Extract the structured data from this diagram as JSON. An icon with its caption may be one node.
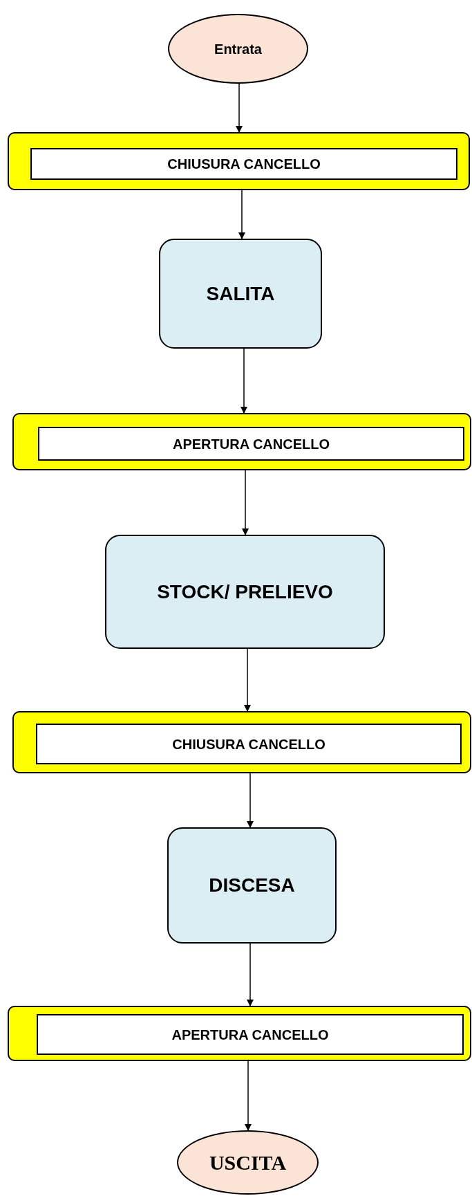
{
  "diagram": {
    "nodes": [
      {
        "text": [
          "Entrata"
        ]
      },
      {
        "text": [
          "CHIUSURA CANCELLO"
        ]
      },
      {
        "text": [
          "SALITA"
        ]
      },
      {
        "text": [
          "APERTURA CANCELLO"
        ]
      },
      {
        "text": [
          "STOCK/ PRELIEVO"
        ]
      },
      {
        "text": [
          "CHIUSURA CANCELLO"
        ]
      },
      {
        "text": [
          "DISCESA"
        ]
      },
      {
        "text": [
          "APERTURA CANCELLO"
        ]
      },
      {
        "text": [
          "USCITA"
        ]
      }
    ],
    "edges": [
      {
        "from": 0,
        "to": 1,
        "arrow": "to"
      },
      {
        "from": 1,
        "to": 2,
        "arrow": "to"
      },
      {
        "from": 2,
        "to": 3,
        "arrow": "to"
      },
      {
        "from": 3,
        "to": 4,
        "arrow": "to"
      },
      {
        "from": 4,
        "to": 5,
        "arrow": "to"
      },
      {
        "from": 5,
        "to": 6,
        "arrow": "to"
      },
      {
        "from": 6,
        "to": 7,
        "arrow": "to"
      },
      {
        "from": 7,
        "to": 8,
        "arrow": "to"
      }
    ]
  }
}
